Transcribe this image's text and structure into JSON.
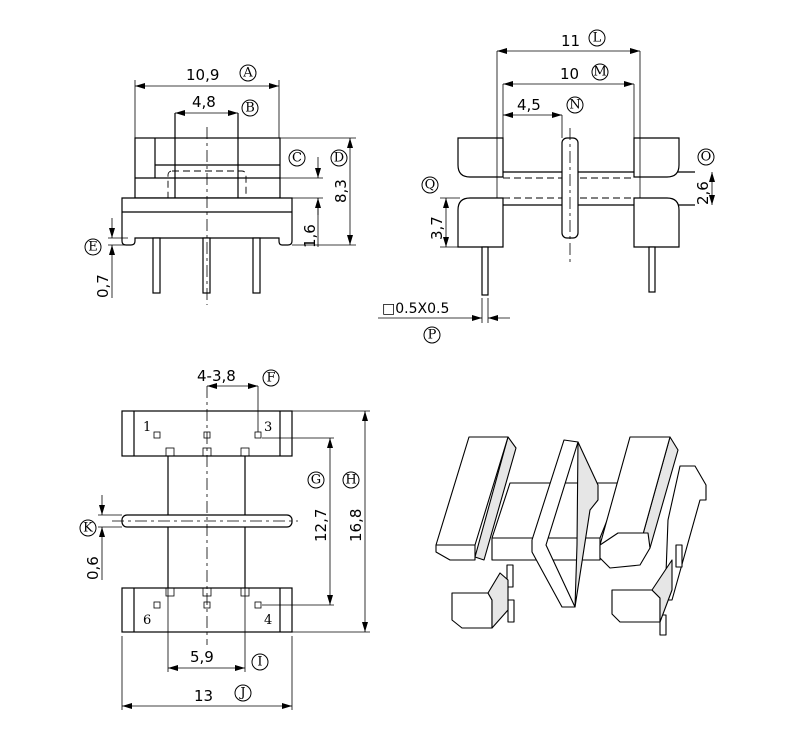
{
  "front_view": {
    "dims": {
      "A": "10,9",
      "B": "4,8",
      "C_D": "8,3",
      "C": "1,6",
      "E": "0,7"
    },
    "labels": {
      "A": "A",
      "B": "B",
      "C": "C",
      "D": "D",
      "E": "E"
    }
  },
  "side_view": {
    "dims": {
      "L": "11",
      "M": "10",
      "N": "4,5",
      "O": "2,6",
      "Q": "3,7",
      "P": "□0.5X0.5"
    },
    "labels": {
      "L": "L",
      "M": "M",
      "N": "N",
      "O": "O",
      "P": "P",
      "Q": "Q"
    }
  },
  "bottom_view": {
    "dims": {
      "F": "4-3,8",
      "G": "12,7",
      "H": "16,8",
      "I": "5,9",
      "J": "13",
      "K": "0,6"
    },
    "labels": {
      "F": "F",
      "G": "G",
      "H": "H",
      "I": "I",
      "J": "J",
      "K": "K"
    },
    "pins": [
      "1",
      "3",
      "6",
      "4"
    ]
  },
  "iso_view": {}
}
